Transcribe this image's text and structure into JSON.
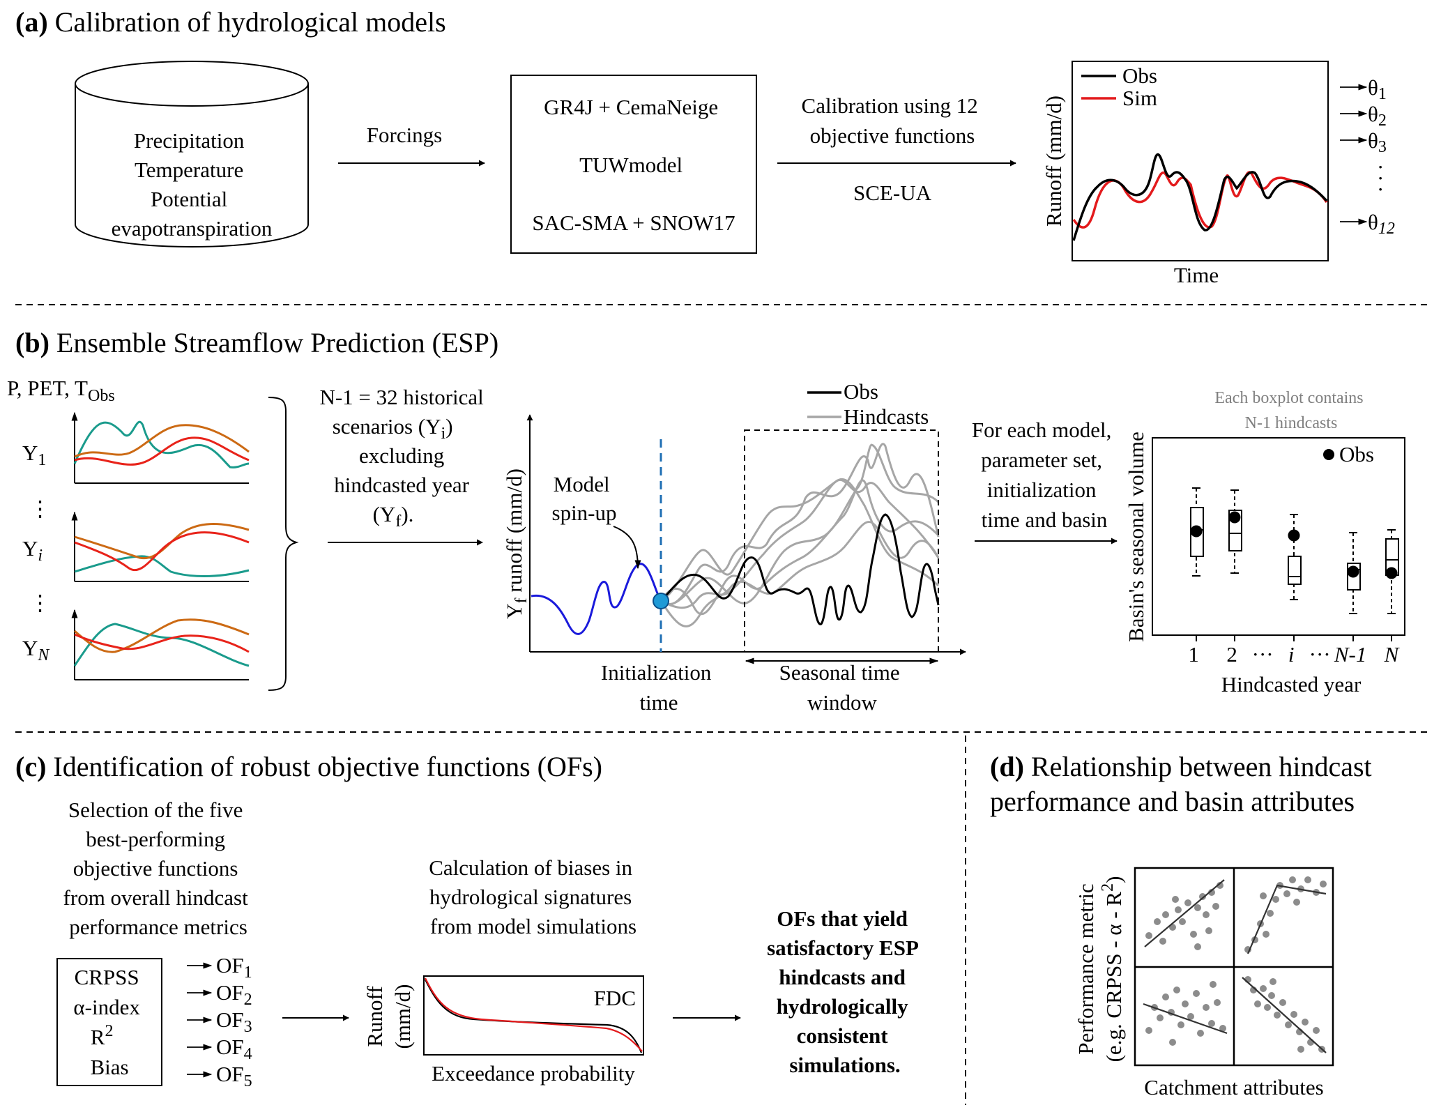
{
  "panel_a": {
    "letter": "(a)",
    "title": "Calibration of hydrological models",
    "db_lines": [
      "Precipitation",
      "Temperature",
      "Potential",
      "evapotranspiration"
    ],
    "forcings": "Forcings",
    "models": [
      "GR4J + CemaNeige",
      "TUWmodel",
      "SAC-SMA + SNOW17"
    ],
    "calib_lines": [
      "Calibration using 12",
      "objective functions"
    ],
    "algorithm": "SCE-UA",
    "ylabel": "Runoff (mm/d)",
    "xlabel": "Time",
    "legend": [
      "Obs",
      "Sim"
    ],
    "theta": [
      "θ",
      "θ",
      "θ",
      "θ"
    ],
    "theta_sub": [
      "1",
      "2",
      "3",
      "12"
    ],
    "dots": "·"
  },
  "panel_b": {
    "letter": "(b)",
    "title": "Ensemble Streamflow Prediction (ESP)",
    "inputs": "P, PET, T",
    "inputs_sub": "Obs",
    "years": [
      "Y",
      "Y",
      "Y"
    ],
    "years_sub": [
      "1",
      "i",
      "N"
    ],
    "dots": "⋮",
    "scenario_lines": [
      "N-1 = 32 historical",
      "scenarios (Y",
      ")",
      "excluding",
      "hindcasted year",
      "(Y",
      ")."
    ],
    "scenario_sub": [
      "i",
      "f"
    ],
    "legend": [
      "Obs",
      "Hindcasts"
    ],
    "spinup": [
      "Model",
      "spin-up"
    ],
    "ylabel": "runoff (mm/d)",
    "ylabel_Y": "Y",
    "ylabel_sub": "f",
    "init_time": [
      "Initialization",
      "time"
    ],
    "season": [
      "Seasonal time",
      "window"
    ],
    "for_each": [
      "For each model,",
      "parameter set,",
      "initialization",
      "time and basin"
    ],
    "box_note": [
      "Each boxplot contains",
      "N-1 hindcasts"
    ],
    "box_legend": "Obs",
    "box_ylabel": "Basin's seasonal volume",
    "box_ticks": [
      "1",
      "2",
      "···",
      "i",
      "···",
      "N-1",
      "N"
    ],
    "box_xlabel": "Hindcasted year"
  },
  "panel_c": {
    "letter": "(c)",
    "title": "Identification of robust objective functions (OFs)",
    "selection": [
      "Selection of the five",
      "best-performing",
      "objective functions",
      "from overall hindcast",
      "performance metrics"
    ],
    "metrics": [
      "CRPSS",
      "α-index",
      "R",
      "Bias"
    ],
    "r_sup": "2",
    "ofs": [
      "OF",
      "OF",
      "OF",
      "OF",
      "OF"
    ],
    "ofs_sub": [
      "1",
      "2",
      "3",
      "4",
      "5"
    ],
    "biases": [
      "Calculation of biases in",
      "hydrological signatures",
      "from model simulations"
    ],
    "fdc": "FDC",
    "fdc_ylabel": [
      "Runoff",
      "(mm/d)"
    ],
    "fdc_xlabel": "Exceedance probability",
    "result": [
      "OFs that yield",
      "satisfactory ESP",
      "hindcasts and",
      "hydrologically",
      "consistent",
      "simulations."
    ]
  },
  "panel_d": {
    "letter": "(d)",
    "title": [
      "Relationship between hindcast",
      "performance and basin attributes"
    ],
    "ylabel": [
      "Performance metric",
      "(e.g. CRPSS - α - R",
      ")"
    ],
    "ylabel_sup": "2",
    "xlabel": "Catchment attributes"
  },
  "colors": {
    "obs": "#000000",
    "sim": "#e31a1c",
    "hindcast": "#a6a6a6",
    "spinup": "#1a1adb",
    "init": "#1f77b4",
    "teal": "#1a9b8c",
    "orange": "#cc6a14",
    "red": "#e8231a",
    "scatter": "#8c8c8c"
  }
}
